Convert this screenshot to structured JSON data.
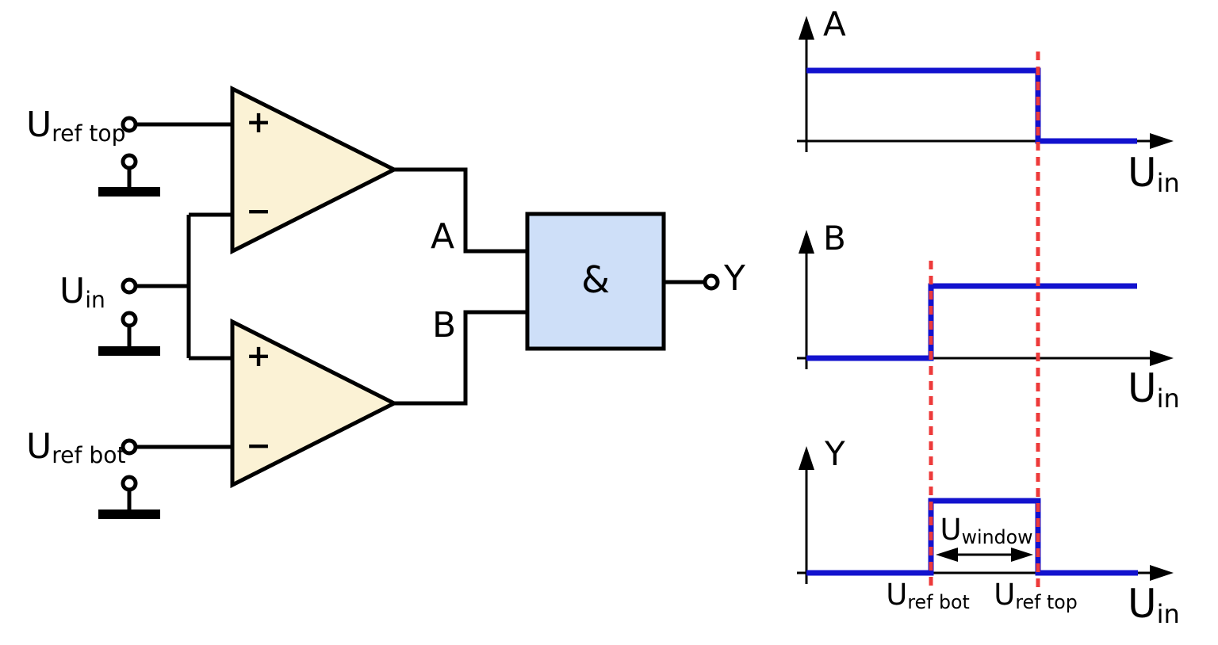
{
  "colors": {
    "wire": "#000000",
    "opamp-fill": "#fbf2d5",
    "and-fill": "#cedff8",
    "trace-blue": "#1212ce",
    "marker-red": "#ed3a3a",
    "background": "#ffffff"
  },
  "circuit": {
    "inputs": {
      "uref_top": {
        "main": "U",
        "sub": "ref top"
      },
      "uin": {
        "main": "U",
        "sub": "in"
      },
      "uref_bot": {
        "main": "U",
        "sub": "ref bot"
      }
    },
    "opamps": {
      "top": {
        "noninverting": "+",
        "inverting": "−"
      },
      "bottom": {
        "noninverting": "+",
        "inverting": "−"
      }
    },
    "and_gate": {
      "symbol": "&"
    },
    "nets": {
      "a": "A",
      "b": "B",
      "y": "Y"
    }
  },
  "plots": {
    "a": {
      "ylabel": "A",
      "xlabel": {
        "main": "U",
        "sub": "in"
      }
    },
    "b": {
      "ylabel": "B",
      "xlabel": {
        "main": "U",
        "sub": "in"
      }
    },
    "y": {
      "ylabel": "Y",
      "xlabel": {
        "main": "U",
        "sub": "in"
      },
      "window_label": {
        "main": "U",
        "sub": "window"
      },
      "xticks": {
        "ref_bot": {
          "main": "U",
          "sub": "ref bot"
        },
        "ref_top": {
          "main": "U",
          "sub": "ref top"
        }
      }
    }
  },
  "chart_data": [
    {
      "type": "line",
      "title": "A",
      "ylabel": "A",
      "xlabel": "U_in",
      "x": [
        "axis-origin",
        "U_ref top",
        "U_ref top",
        "axis-end"
      ],
      "y": [
        1,
        1,
        0,
        0
      ],
      "ylim": [
        0,
        1
      ],
      "grid": false,
      "annotations": [
        "red dashed vertical marker at U_ref top"
      ]
    },
    {
      "type": "line",
      "title": "B",
      "ylabel": "B",
      "xlabel": "U_in",
      "x": [
        "axis-origin",
        "U_ref bot",
        "U_ref bot",
        "axis-end"
      ],
      "y": [
        0,
        0,
        1,
        1
      ],
      "ylim": [
        0,
        1
      ],
      "grid": false,
      "annotations": [
        "red dashed vertical markers at U_ref bot and U_ref top"
      ]
    },
    {
      "type": "line",
      "title": "Y",
      "ylabel": "Y",
      "xlabel": "U_in",
      "x": [
        "axis-origin",
        "U_ref bot",
        "U_ref bot",
        "U_ref top",
        "U_ref top",
        "axis-end"
      ],
      "y": [
        0,
        0,
        1,
        1,
        0,
        0
      ],
      "ylim": [
        0,
        1
      ],
      "grid": false,
      "annotations": [
        "U_window double-arrow span between U_ref bot and U_ref top",
        "x tick labels: U_ref bot, U_ref top"
      ]
    }
  ]
}
